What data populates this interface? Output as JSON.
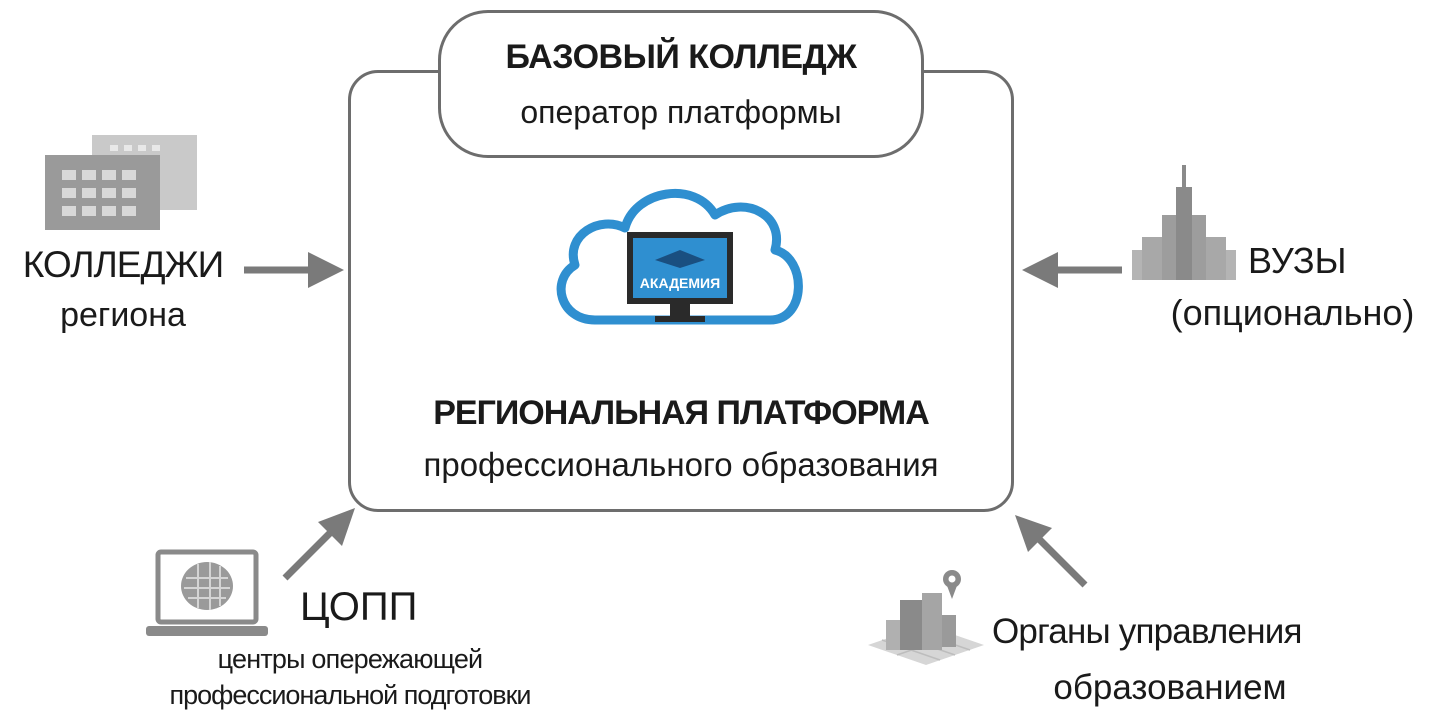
{
  "operator": {
    "title": "БАЗОВЫЙ КОЛЛЕДЖ",
    "subtitle": "оператор платформы"
  },
  "platform": {
    "title": "РЕГИОНАЛЬНАЯ ПЛАТФОРМА",
    "subtitle": "профессионального образования",
    "logo_text": "АКАДЕМИЯ"
  },
  "colleges": {
    "title": "КОЛЛЕДЖИ",
    "subtitle": "региона"
  },
  "universities": {
    "title": "ВУЗЫ",
    "subtitle": "(опционально)"
  },
  "copp": {
    "title": "ЦОПП",
    "subtitle_line1": "центры опережающей",
    "subtitle_line2": "профессиональной подготовки"
  },
  "government": {
    "title": "Органы управления",
    "subtitle": "образованием"
  },
  "colors": {
    "border": "#6d6d6d",
    "arrow": "#7a7a7a",
    "cloud": "#2f8fd0",
    "icon_gray": "#9a9a9a"
  },
  "icons": [
    "buildings-icon",
    "university-tower-icon",
    "laptop-icon",
    "city-pin-icon",
    "cloud-monitor-icon"
  ]
}
